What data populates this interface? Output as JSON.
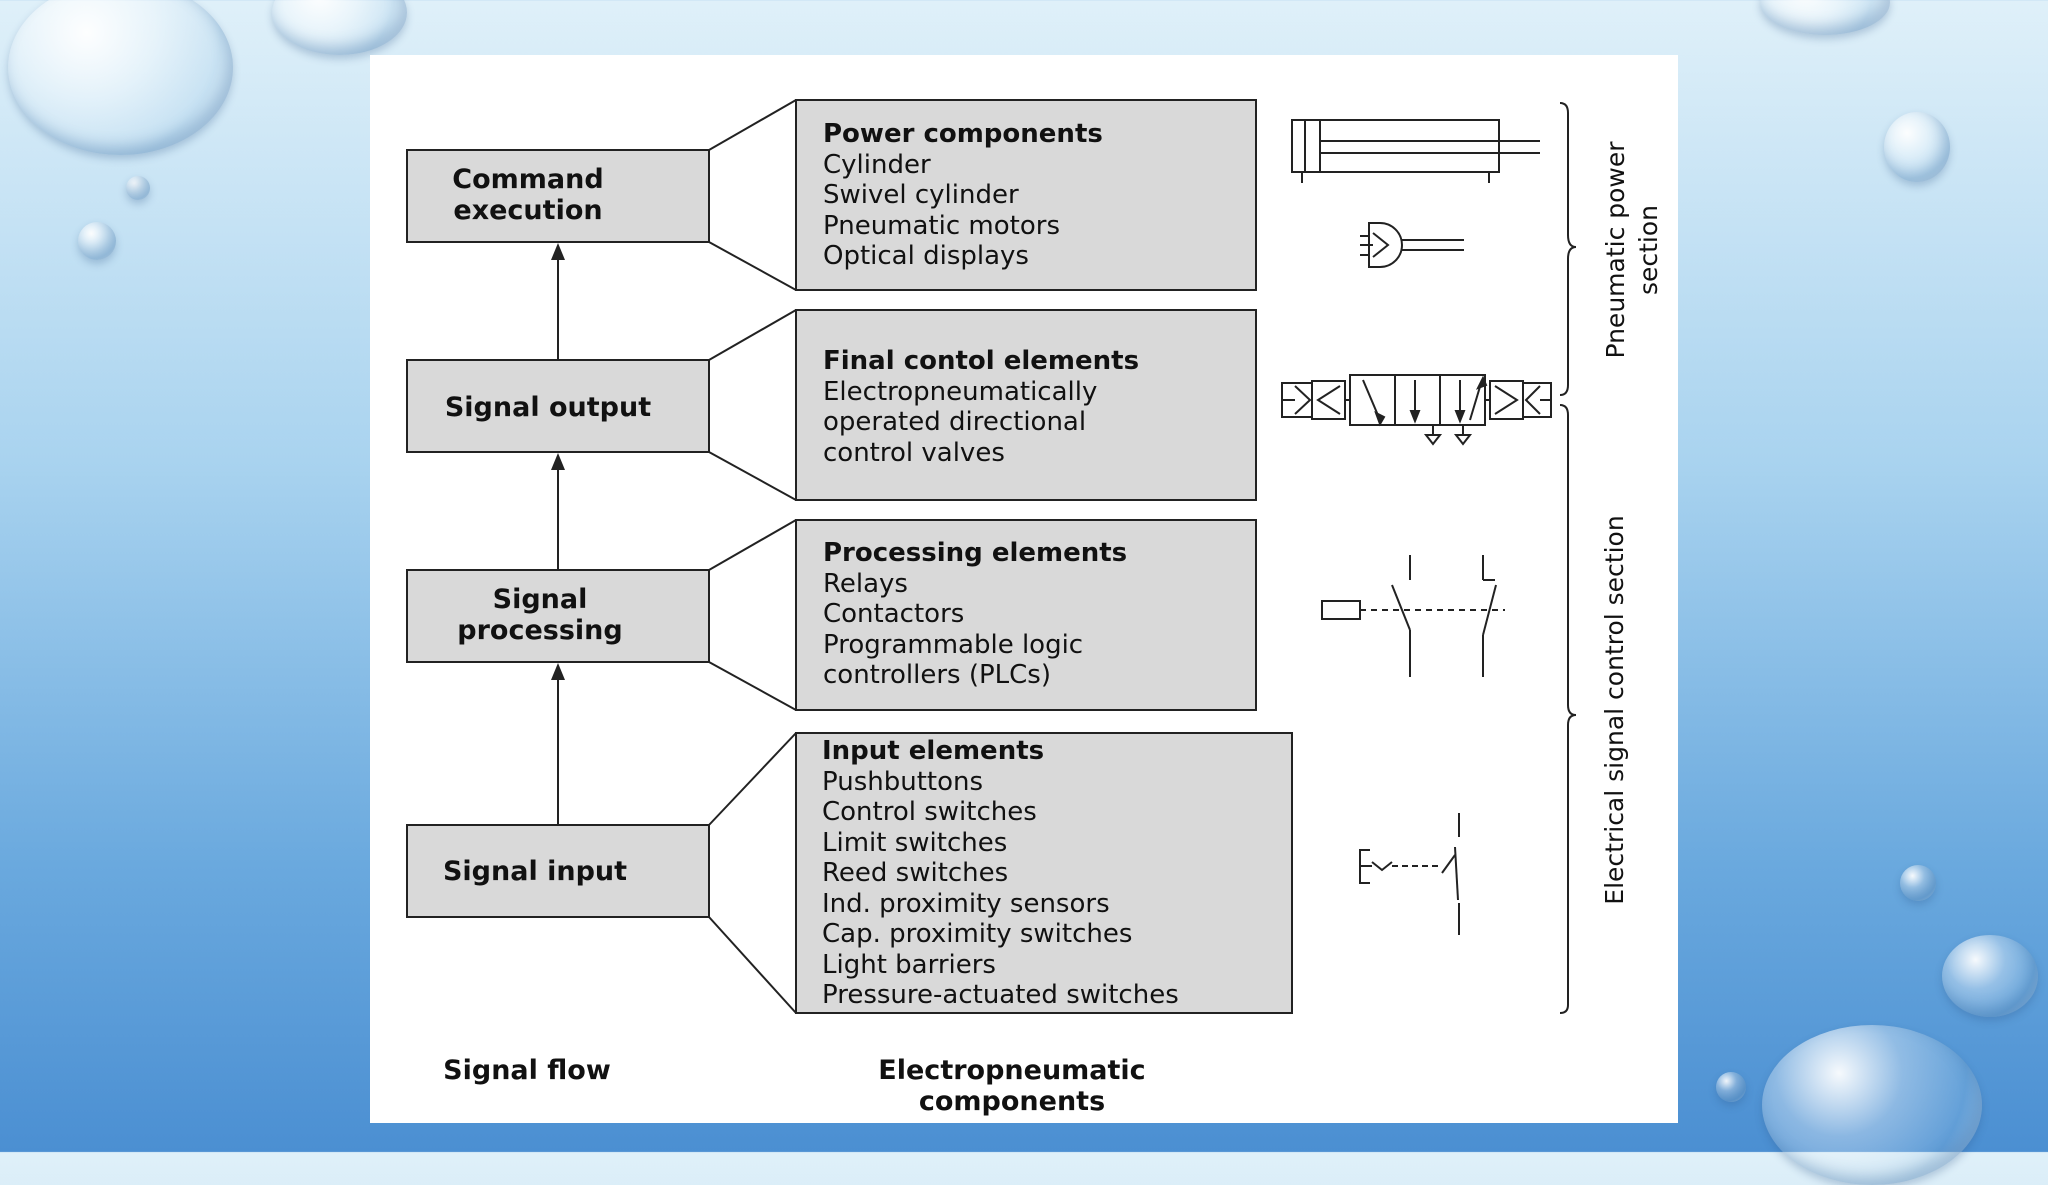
{
  "flow_blocks": [
    {
      "lines": [
        "Command",
        "execution"
      ]
    },
    {
      "lines": [
        "Signal output"
      ]
    },
    {
      "lines": [
        "Signal",
        "processing"
      ]
    },
    {
      "lines": [
        "Signal input"
      ]
    }
  ],
  "component_boxes": [
    {
      "heading": "Power components",
      "items": [
        "Cylinder",
        "Swivel cylinder",
        "Pneumatic  motors",
        "Optical displays"
      ]
    },
    {
      "heading": "Final contol elements",
      "items": [
        "Electropneumatically",
        "operated directional",
        "control valves"
      ]
    },
    {
      "heading": "Processing elements",
      "items": [
        "Relays",
        "Contactors",
        "Programmable logic",
        "controllers (PLCs)"
      ]
    },
    {
      "heading": "Input elements",
      "items": [
        "Pushbuttons",
        "Control switches",
        "Limit switches",
        "Reed switches",
        "Ind. proximity sensors",
        "Cap. proximity switches",
        "Light barriers",
        "Pressure-actuated switches"
      ]
    }
  ],
  "section_labels": {
    "pneumatic": [
      "Pneumatic power",
      "section"
    ],
    "electrical": "Electrical signal control section"
  },
  "column_labels": {
    "signal_flow": "Signal flow",
    "components": [
      "Electropneumatic",
      "components"
    ]
  },
  "symbols": [
    "cylinder-symbol",
    "swivel-motor-symbol",
    "directional-valve-symbol",
    "relay-contact-symbol",
    "pushbutton-symbol"
  ],
  "colors": {
    "box_fill": "#d9d9d9",
    "stroke": "#222222",
    "panel": "#ffffff"
  }
}
